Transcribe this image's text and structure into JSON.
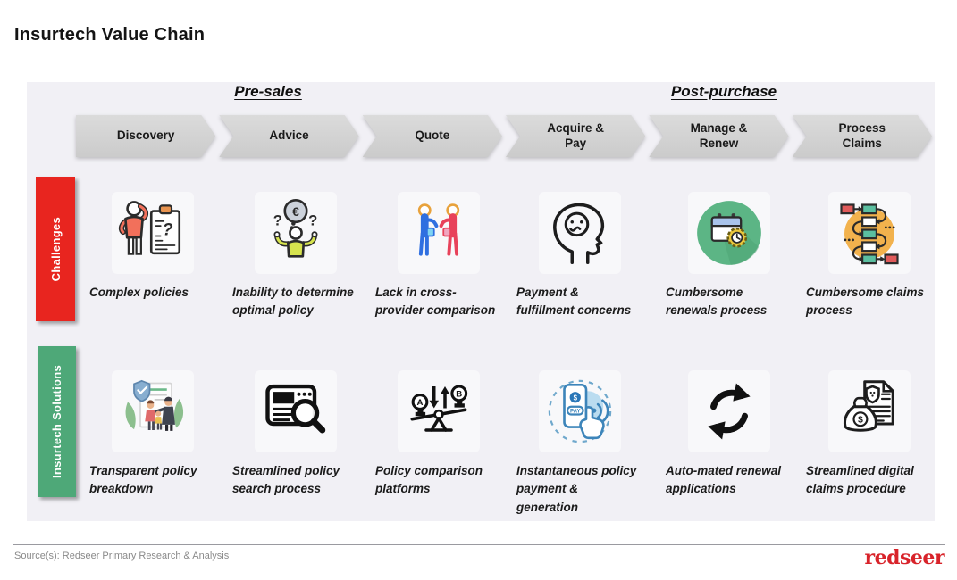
{
  "title": "Insurtech Value Chain",
  "phases": {
    "presales": "Pre-sales",
    "postpurchase": "Post-purchase"
  },
  "stages": [
    {
      "label": "Discovery"
    },
    {
      "label": "Advice"
    },
    {
      "label": "Quote"
    },
    {
      "label": "Acquire & Pay"
    },
    {
      "label": "Manage & Renew"
    },
    {
      "label": "Process Claims"
    }
  ],
  "bands": {
    "challenges": "Challenges",
    "solutions": "Insurtech Solutions"
  },
  "challenges": [
    {
      "icon": "confused-person-clipboard-icon",
      "label": "Complex policies"
    },
    {
      "icon": "shrugging-person-thought-bubble-icon",
      "label": "Inability to determine optimal policy"
    },
    {
      "icon": "two-people-comparison-icon",
      "label": "Lack in cross-provider comparison"
    },
    {
      "icon": "worried-head-profile-icon",
      "label": "Payment & fulfillment concerns"
    },
    {
      "icon": "calendar-gear-icon",
      "label": "Cumbersome renewals process"
    },
    {
      "icon": "winding-flowchart-icon",
      "label": "Cumbersome claims process"
    }
  ],
  "solutions": [
    {
      "icon": "family-agent-policy-icon",
      "label": "Transparent policy breakdown"
    },
    {
      "icon": "browser-magnifier-icon",
      "label": "Streamlined policy search process"
    },
    {
      "icon": "balance-scale-ab-icon",
      "label": "Policy comparison platforms"
    },
    {
      "icon": "mobile-payment-tap-icon",
      "label": "Instantaneous policy payment & generation"
    },
    {
      "icon": "refresh-arrows-icon",
      "label": "Auto-mated renewal applications"
    },
    {
      "icon": "money-bag-document-icon",
      "label": "Streamlined digital claims procedure"
    }
  ],
  "colors": {
    "challenges_band": "#e8251f",
    "solutions_band": "#4ea878",
    "chevron_gray": "#d2d2d2",
    "panel_background": "#f1f0f5",
    "logo_red": "#d8232a"
  },
  "footer": {
    "source": "Source(s): Redseer Primary Research & Analysis",
    "logo": "redseer"
  }
}
